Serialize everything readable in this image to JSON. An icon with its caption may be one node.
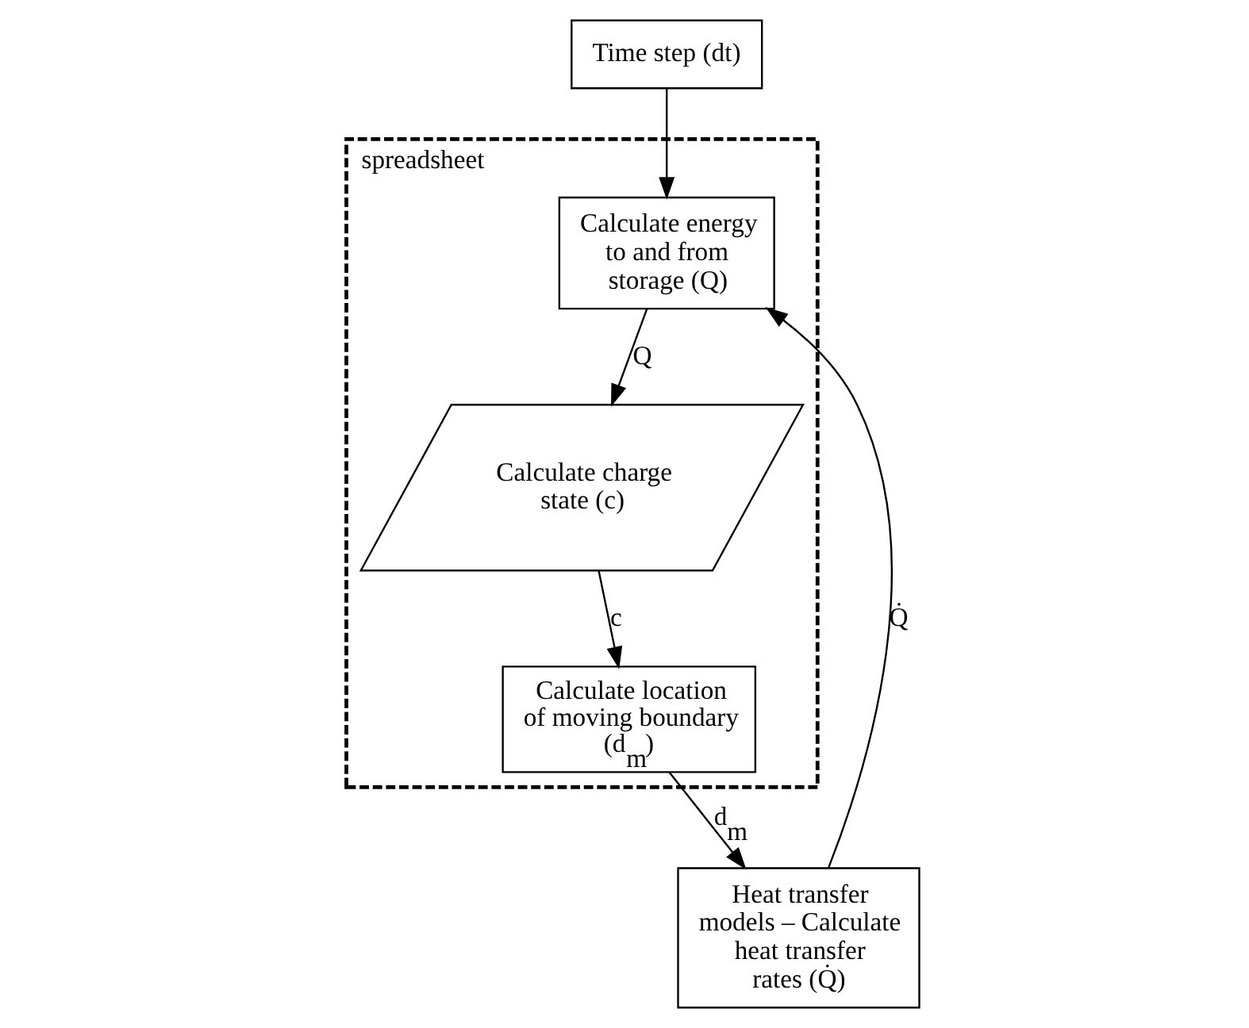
{
  "diagram": {
    "nodes": [
      {
        "text": [
          "spreadsheet"
        ]
      },
      {
        "text": [
          "Time step (dt)"
        ]
      },
      {
        "text": [
          "Calculate energy to and from storage (Q)"
        ],
        "in": 0
      },
      {
        "text": [
          "Calculate charge state (c)"
        ],
        "in": 0
      },
      {
        "text": [
          "Calculate location of moving boundary (d$_{m}$)"
        ],
        "in": 0
      },
      {
        "text": [
          "Heat transfer models – Calculate heat transfer rates (Q̇)"
        ]
      }
    ],
    "edges": [
      {
        "from": 1,
        "to": 2,
        "arrow": "to"
      },
      {
        "from": 2,
        "to": 3,
        "arrow": "to",
        "label": "Q"
      },
      {
        "from": 3,
        "to": 4,
        "arrow": "to",
        "label": "c"
      },
      {
        "from": 4,
        "to": 5,
        "arrow": "to",
        "label": "d$_{m}$"
      },
      {
        "from": 5,
        "to": 2,
        "arrow": "to",
        "label": "Q̇"
      }
    ]
  }
}
